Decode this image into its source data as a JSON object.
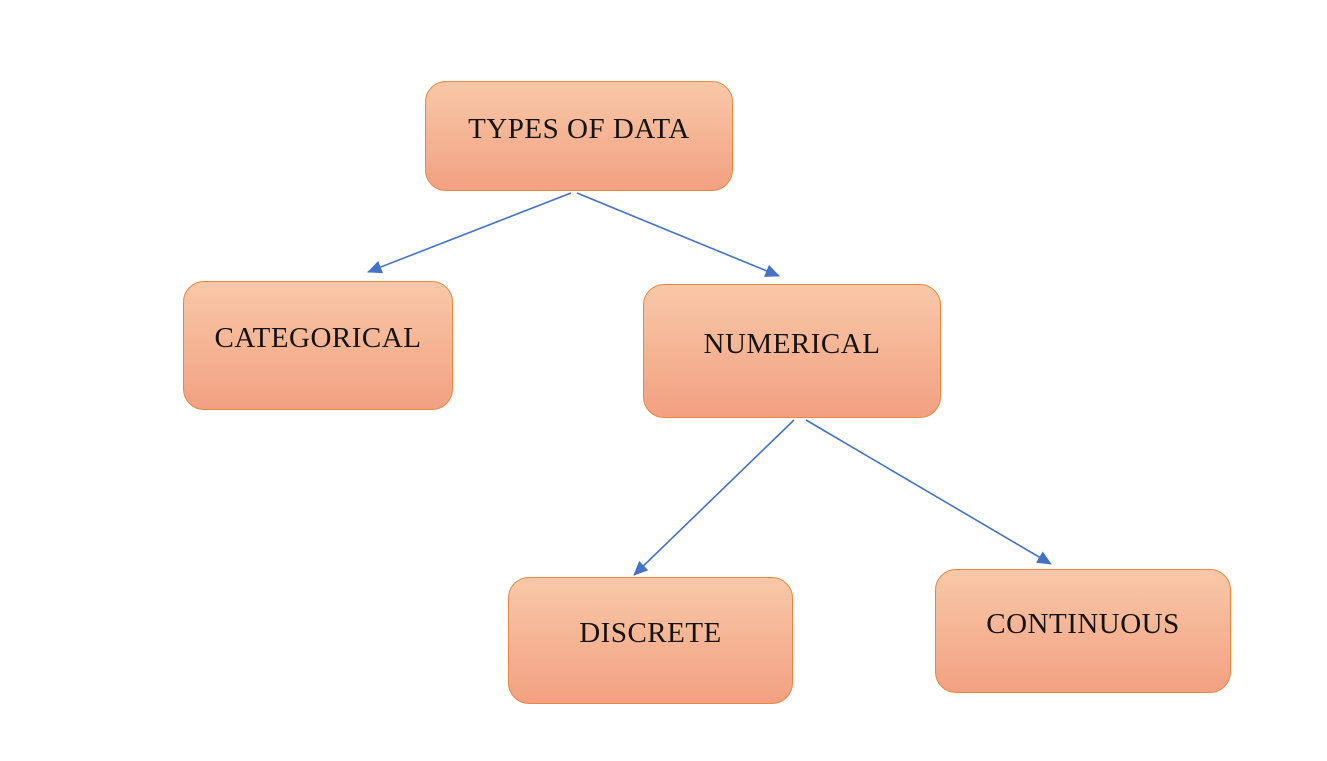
{
  "diagram": {
    "title": "Types of Data classification diagram",
    "nodes": {
      "root": {
        "label": "TYPES OF DATA"
      },
      "categorical": {
        "label": "CATEGORICAL"
      },
      "numerical": {
        "label": "NUMERICAL"
      },
      "discrete": {
        "label": "DISCRETE"
      },
      "continuous": {
        "label": "CONTINUOUS"
      }
    },
    "edges": [
      {
        "from": "root",
        "to": "categorical"
      },
      {
        "from": "root",
        "to": "numerical"
      },
      {
        "from": "numerical",
        "to": "discrete"
      },
      {
        "from": "numerical",
        "to": "continuous"
      }
    ],
    "colors": {
      "background": "#FFFFFF",
      "box_fill_top": "#F8C8A8",
      "box_fill_bottom": "#F2A181",
      "box_border": "#E98742",
      "arrow": "#4472C4",
      "text": "#141414"
    }
  }
}
